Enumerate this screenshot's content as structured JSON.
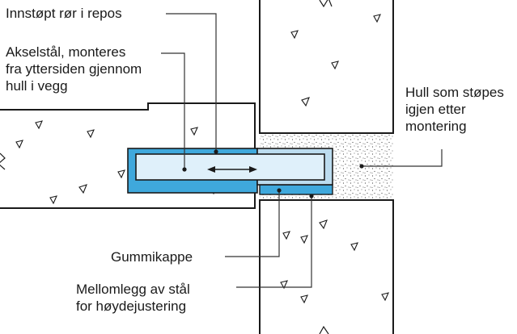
{
  "labels": {
    "innstopt": [
      "Innstøpt rør i repos"
    ],
    "akselstal": [
      "Akselstål, monteres",
      "fra yttersiden gjennom",
      "hull i vegg"
    ],
    "hull": [
      "Hull som støpes",
      "igjen etter",
      "montering"
    ],
    "gummikappe": [
      "Gummikappe"
    ],
    "mellomlegg": [
      "Mellomlegg av stål",
      "for høydejustering"
    ]
  },
  "colors": {
    "line": "#1a1a1a",
    "tube_blue": "#3fa8dc",
    "steel_light": "#dff0fa",
    "rubber_light": "#bcdcef",
    "leader": "#333333"
  }
}
